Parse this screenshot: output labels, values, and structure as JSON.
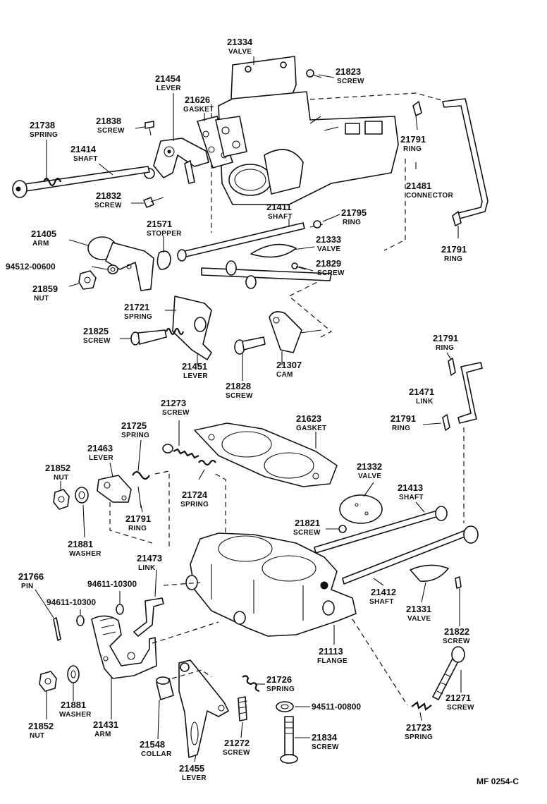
{
  "diagram_code": "MF  0254-C",
  "colors": {
    "ink": "#111111",
    "paper": "#ffffff"
  },
  "labels": {
    "p21334": {
      "number": "21334",
      "name": "VALVE"
    },
    "p21823": {
      "number": "21823",
      "name": "SCREW"
    },
    "p21454": {
      "number": "21454",
      "name": "LEVER"
    },
    "p21626": {
      "number": "21626",
      "name": "GASKET"
    },
    "p21838": {
      "number": "21838",
      "name": "SCREW"
    },
    "p21738": {
      "number": "21738",
      "name": "SPRING"
    },
    "p21414": {
      "number": "21414",
      "name": "SHAFT"
    },
    "p21791a": {
      "number": "21791",
      "name": "RING"
    },
    "p21481": {
      "number": "21481",
      "name": "CONNECTOR"
    },
    "p21832": {
      "number": "21832",
      "name": "SCREW"
    },
    "p21411": {
      "number": "21411",
      "name": "SHAFT"
    },
    "p21795": {
      "number": "21795",
      "name": "RING"
    },
    "p21571": {
      "number": "21571",
      "name": "STOPPER"
    },
    "p21405": {
      "number": "21405",
      "name": "ARM"
    },
    "p21333": {
      "number": "21333",
      "name": "VALVE"
    },
    "p21791b": {
      "number": "21791",
      "name": "RING"
    },
    "p94512": {
      "number": "94512-00600",
      "name": ""
    },
    "p21829": {
      "number": "21829",
      "name": "SCREW"
    },
    "p21859": {
      "number": "21859",
      "name": "NUT"
    },
    "p21721": {
      "number": "21721",
      "name": "SPRING"
    },
    "p21825": {
      "number": "21825",
      "name": "SCREW"
    },
    "p21791c": {
      "number": "21791",
      "name": "RING"
    },
    "p21451": {
      "number": "21451",
      "name": "LEVER"
    },
    "p21307": {
      "number": "21307",
      "name": "CAM"
    },
    "p21828": {
      "number": "21828",
      "name": "SCREW"
    },
    "p21471": {
      "number": "21471",
      "name": "LINK"
    },
    "p21273": {
      "number": "21273",
      "name": "SCREW"
    },
    "p21791d": {
      "number": "21791",
      "name": "RING"
    },
    "p21623": {
      "number": "21623",
      "name": "GASKET"
    },
    "p21725": {
      "number": "21725",
      "name": "SPRING"
    },
    "p21463": {
      "number": "21463",
      "name": "LEVER"
    },
    "p21852a": {
      "number": "21852",
      "name": "NUT"
    },
    "p21332": {
      "number": "21332",
      "name": "VALVE"
    },
    "p21724": {
      "number": "21724",
      "name": "SPRING"
    },
    "p21413": {
      "number": "21413",
      "name": "SHAFT"
    },
    "p21791e": {
      "number": "21791",
      "name": "RING"
    },
    "p21821": {
      "number": "21821",
      "name": "SCREW"
    },
    "p21881a": {
      "number": "21881",
      "name": "WASHER"
    },
    "p21473": {
      "number": "21473",
      "name": "LINK"
    },
    "p21766": {
      "number": "21766",
      "name": "PIN"
    },
    "p94611a": {
      "number": "94611-10300",
      "name": ""
    },
    "p94611b": {
      "number": "94611-10300",
      "name": ""
    },
    "p21412": {
      "number": "21412",
      "name": "SHAFT"
    },
    "p21331": {
      "number": "21331",
      "name": "VALVE"
    },
    "p21822": {
      "number": "21822",
      "name": "SCREW"
    },
    "p21113": {
      "number": "21113",
      "name": "FLANGE"
    },
    "p21726": {
      "number": "21726",
      "name": "SPRING"
    },
    "p21271": {
      "number": "21271",
      "name": "SCREW"
    },
    "p94511": {
      "number": "94511-00800",
      "name": ""
    },
    "p21881b": {
      "number": "21881",
      "name": "WASHER"
    },
    "p21852b": {
      "number": "21852",
      "name": "NUT"
    },
    "p21431": {
      "number": "21431",
      "name": "ARM"
    },
    "p21548": {
      "number": "21548",
      "name": "COLLAR"
    },
    "p21272": {
      "number": "21272",
      "name": "SCREW"
    },
    "p21834": {
      "number": "21834",
      "name": "SCREW"
    },
    "p21723": {
      "number": "21723",
      "name": "SPRING"
    },
    "p21455": {
      "number": "21455",
      "name": "LEVER"
    }
  }
}
